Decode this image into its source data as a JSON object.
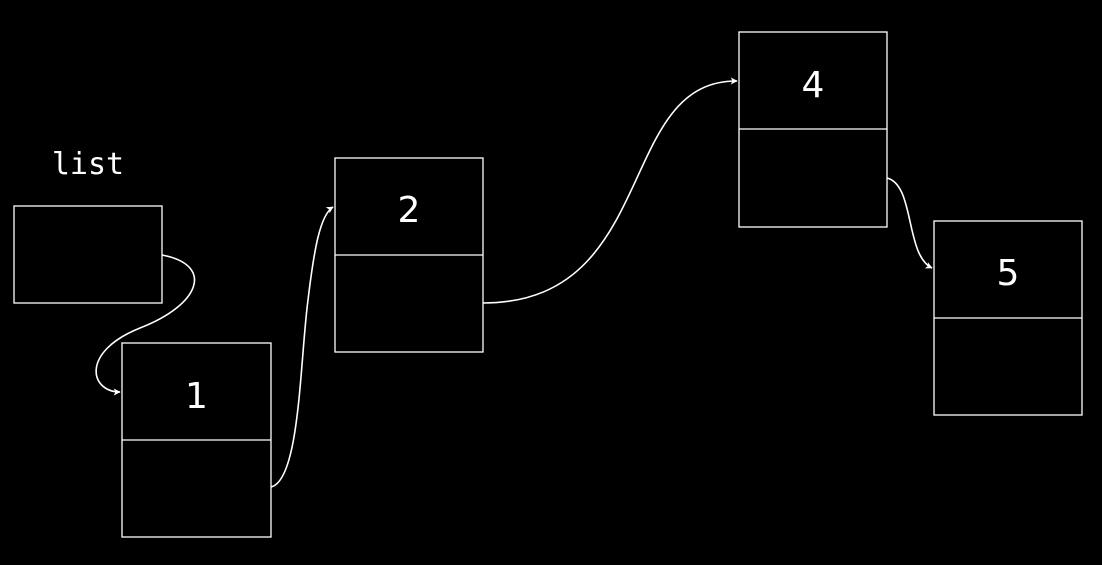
{
  "pointer": {
    "label": "list"
  },
  "nodes": [
    {
      "value": "1"
    },
    {
      "value": "2"
    },
    {
      "value": "4"
    },
    {
      "value": "5"
    }
  ],
  "colors": {
    "background": "#000000",
    "stroke": "#ffffff",
    "text": "#ffffff"
  }
}
